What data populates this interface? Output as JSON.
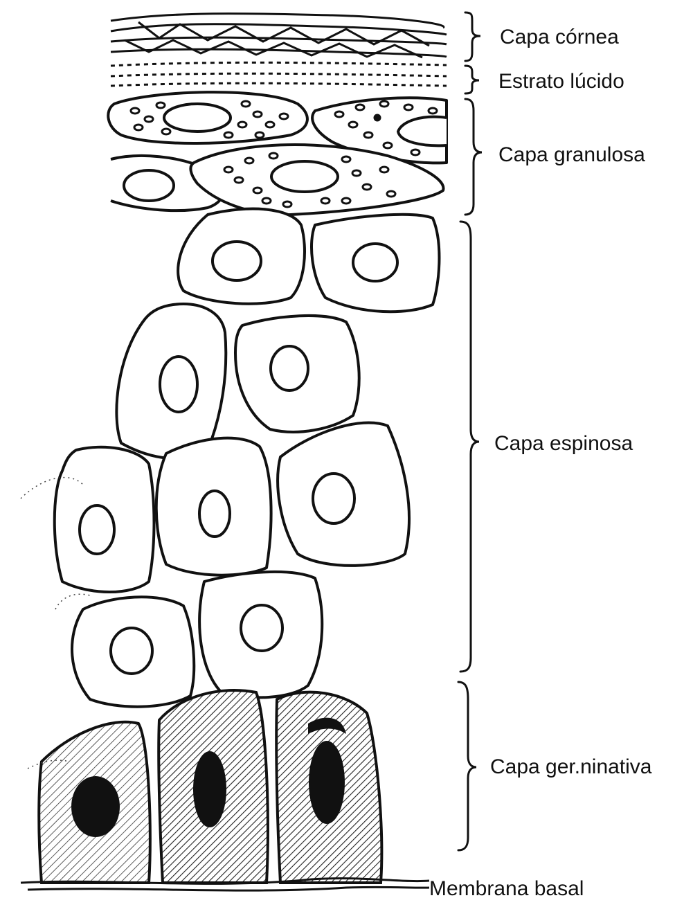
{
  "labels": {
    "cornea": "Capa córnea",
    "lucido": "Estrato lúcido",
    "granulosa": "Capa granulosa",
    "espinosa": "Capa espinosa",
    "germinativa": "Capa ger.ninativa",
    "membrana": "Membrana basal"
  }
}
